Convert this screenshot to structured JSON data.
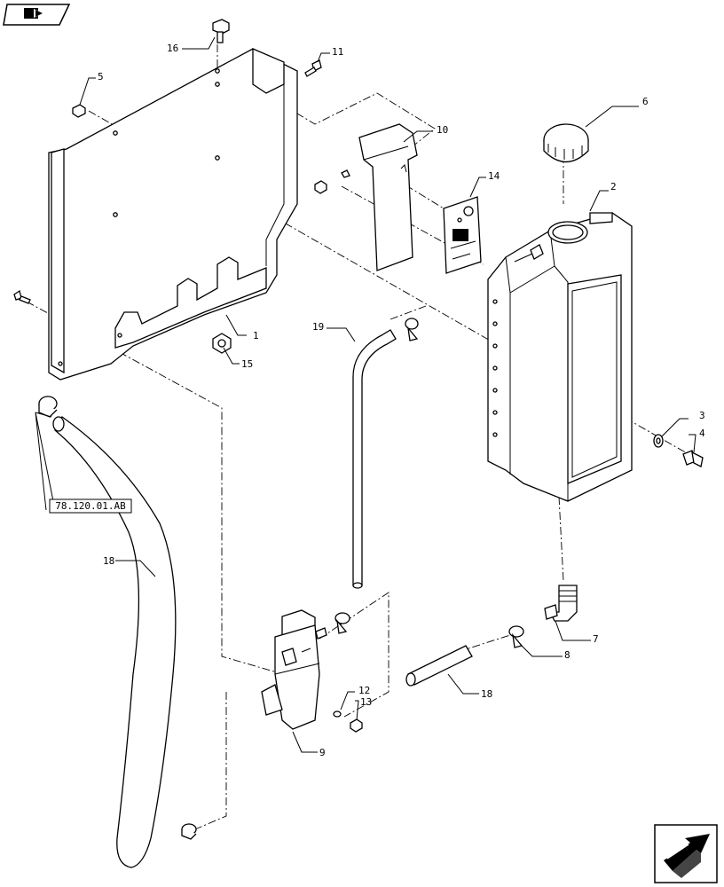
{
  "callouts": [
    {
      "id": "c1",
      "text": "1"
    },
    {
      "id": "c2",
      "text": "2"
    },
    {
      "id": "c3",
      "text": "3"
    },
    {
      "id": "c4",
      "text": "4"
    },
    {
      "id": "c5",
      "text": "5"
    },
    {
      "id": "c6",
      "text": "6"
    },
    {
      "id": "c7",
      "text": "7"
    },
    {
      "id": "c8",
      "text": "8"
    },
    {
      "id": "c9",
      "text": "9"
    },
    {
      "id": "c10",
      "text": "10"
    },
    {
      "id": "c11",
      "text": "11"
    },
    {
      "id": "c12",
      "text": "12"
    },
    {
      "id": "c13",
      "text": "13"
    },
    {
      "id": "c14",
      "text": "14"
    },
    {
      "id": "c15",
      "text": "15"
    },
    {
      "id": "c16",
      "text": "16"
    },
    {
      "id": "c18a",
      "text": "18"
    },
    {
      "id": "c18b",
      "text": "18"
    },
    {
      "id": "c19",
      "text": "19"
    }
  ],
  "reference_box": {
    "text": "78.120.01.AB"
  },
  "nav": {
    "prev_icon": "back-arrow-icon",
    "next_icon": "next-page-arrow-icon"
  }
}
